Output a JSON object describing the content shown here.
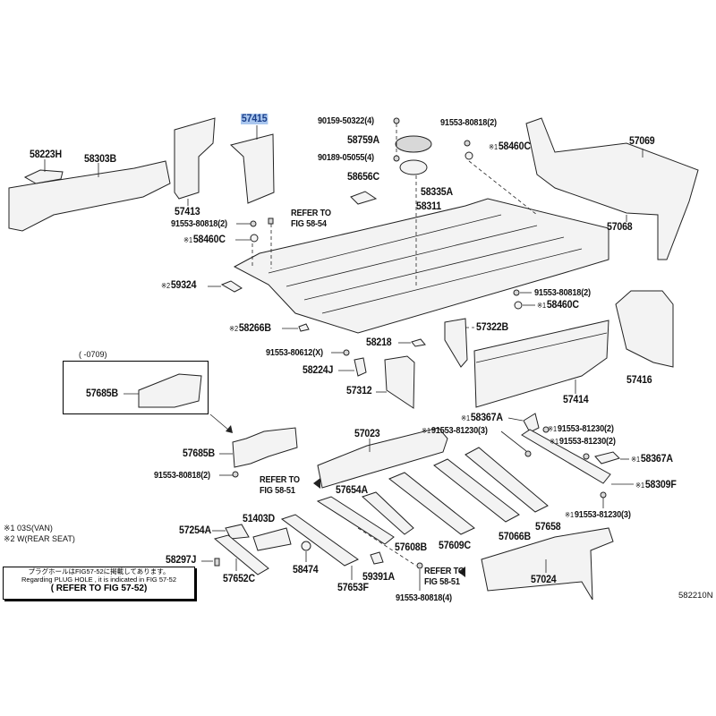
{
  "labels": [
    {
      "text": "58223H"
    },
    {
      "text": "58303B"
    },
    {
      "text": "57413"
    },
    {
      "text": "57415"
    },
    {
      "text": "90159-50322(4)"
    },
    {
      "text": "58759A"
    },
    {
      "text": "90189-05055(4)"
    },
    {
      "text": "58656C"
    },
    {
      "text": "58335A"
    },
    {
      "text": "58311"
    },
    {
      "text": "91553-80818(2)"
    },
    {
      "text": "58460C",
      "mark": "※1"
    },
    {
      "text": "57069"
    },
    {
      "text": "57068"
    },
    {
      "text": "91553-80818(2)"
    },
    {
      "text": "58460C",
      "mark": "※1"
    },
    {
      "text": "59324",
      "mark": "※2"
    },
    {
      "text": "91553-80818(2)"
    },
    {
      "text": "58460C",
      "mark": "※1"
    },
    {
      "text": "58266B",
      "mark": "※2"
    },
    {
      "text": "57322B"
    },
    {
      "text": "58218"
    },
    {
      "text": "91553-80612(X)"
    },
    {
      "text": "58224J"
    },
    {
      "text": "57416"
    },
    {
      "text": "57312"
    },
    {
      "text": "57414"
    },
    {
      "text": "57685B"
    },
    {
      "text": "58367A",
      "mark": "※1"
    },
    {
      "text": "91553-81230(3)",
      "mark": "※1"
    },
    {
      "text": "91553-81230(2)",
      "mark": "※1"
    },
    {
      "text": "91553-81230(2)",
      "mark": "※1"
    },
    {
      "text": "57023"
    },
    {
      "text": "57685B"
    },
    {
      "text": "58367A",
      "mark": "※1"
    },
    {
      "text": "91553-80818(2)"
    },
    {
      "text": "57654A"
    },
    {
      "text": "58309F",
      "mark": "※1"
    },
    {
      "text": "57066B"
    },
    {
      "text": "57658"
    },
    {
      "text": "91553-81230(3)",
      "mark": "※1"
    },
    {
      "text": "57254A"
    },
    {
      "text": "51403D"
    },
    {
      "text": "57608B"
    },
    {
      "text": "57609C"
    },
    {
      "text": "58297J"
    },
    {
      "text": "58474"
    },
    {
      "text": "59391A"
    },
    {
      "text": "57652C"
    },
    {
      "text": "57653F"
    },
    {
      "text": "57024"
    },
    {
      "text": "91553-80818(4)"
    }
  ],
  "refers": [
    {
      "line1": "REFER TO",
      "line2": "FIG 58-54"
    },
    {
      "line1": "REFER TO",
      "line2": "FIG 58-51"
    },
    {
      "line1": "REFER TO",
      "line2": "FIG 58-51"
    }
  ],
  "old_version": {
    "range": "(        -0709)"
  },
  "legend": {
    "note1": "※1 03S(VAN)",
    "note2": "※2 W(REAR SEAT)"
  },
  "notice": {
    "jp": "プラグホールはFIG57-52に掲載してあります。",
    "en": "Regarding  PLUG HOLE , it is indicated in FIG 57-52",
    "ref": "( REFER TO FIG 57-52)"
  },
  "figure_code": "582210N",
  "colors": {
    "highlight": "#a9c6ee",
    "ink": "#111111"
  }
}
